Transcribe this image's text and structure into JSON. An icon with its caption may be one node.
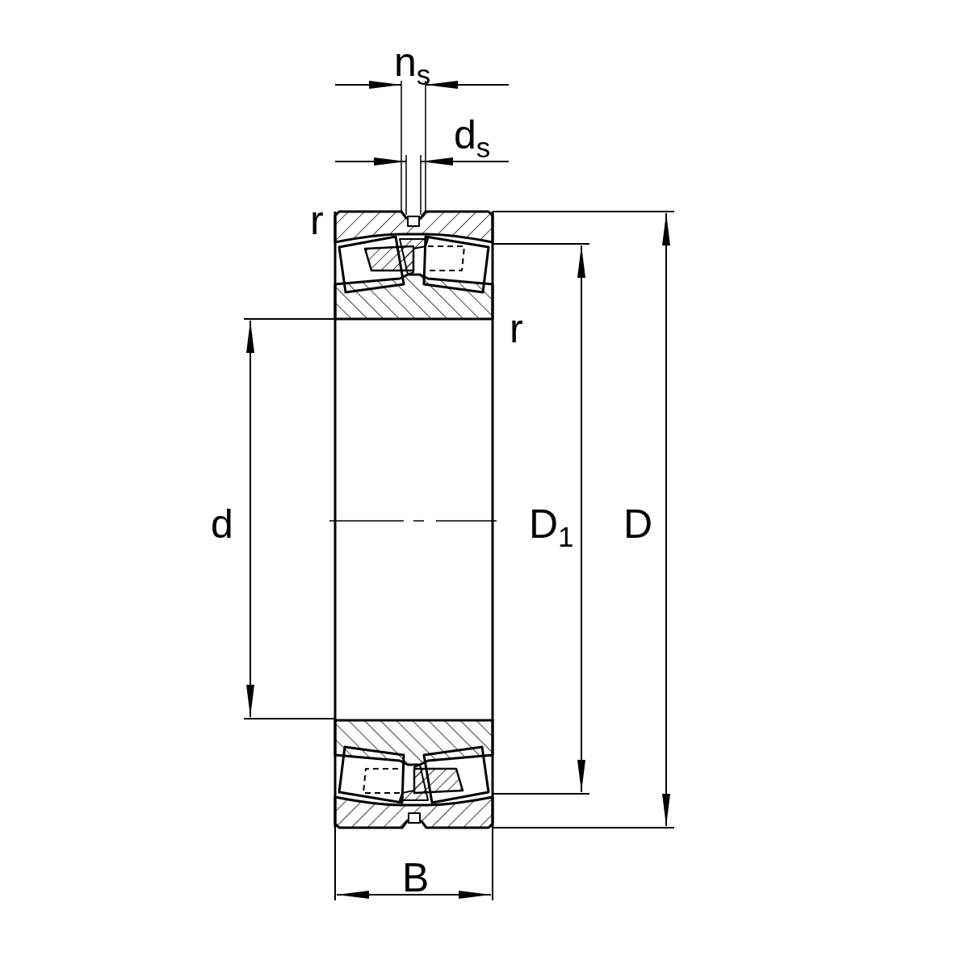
{
  "diagram": {
    "labels": [
      "n$_{s}$",
      "d$_{s}$",
      "r",
      "r",
      "d",
      "D$_{1}$",
      "D",
      "B"
    ]
  }
}
